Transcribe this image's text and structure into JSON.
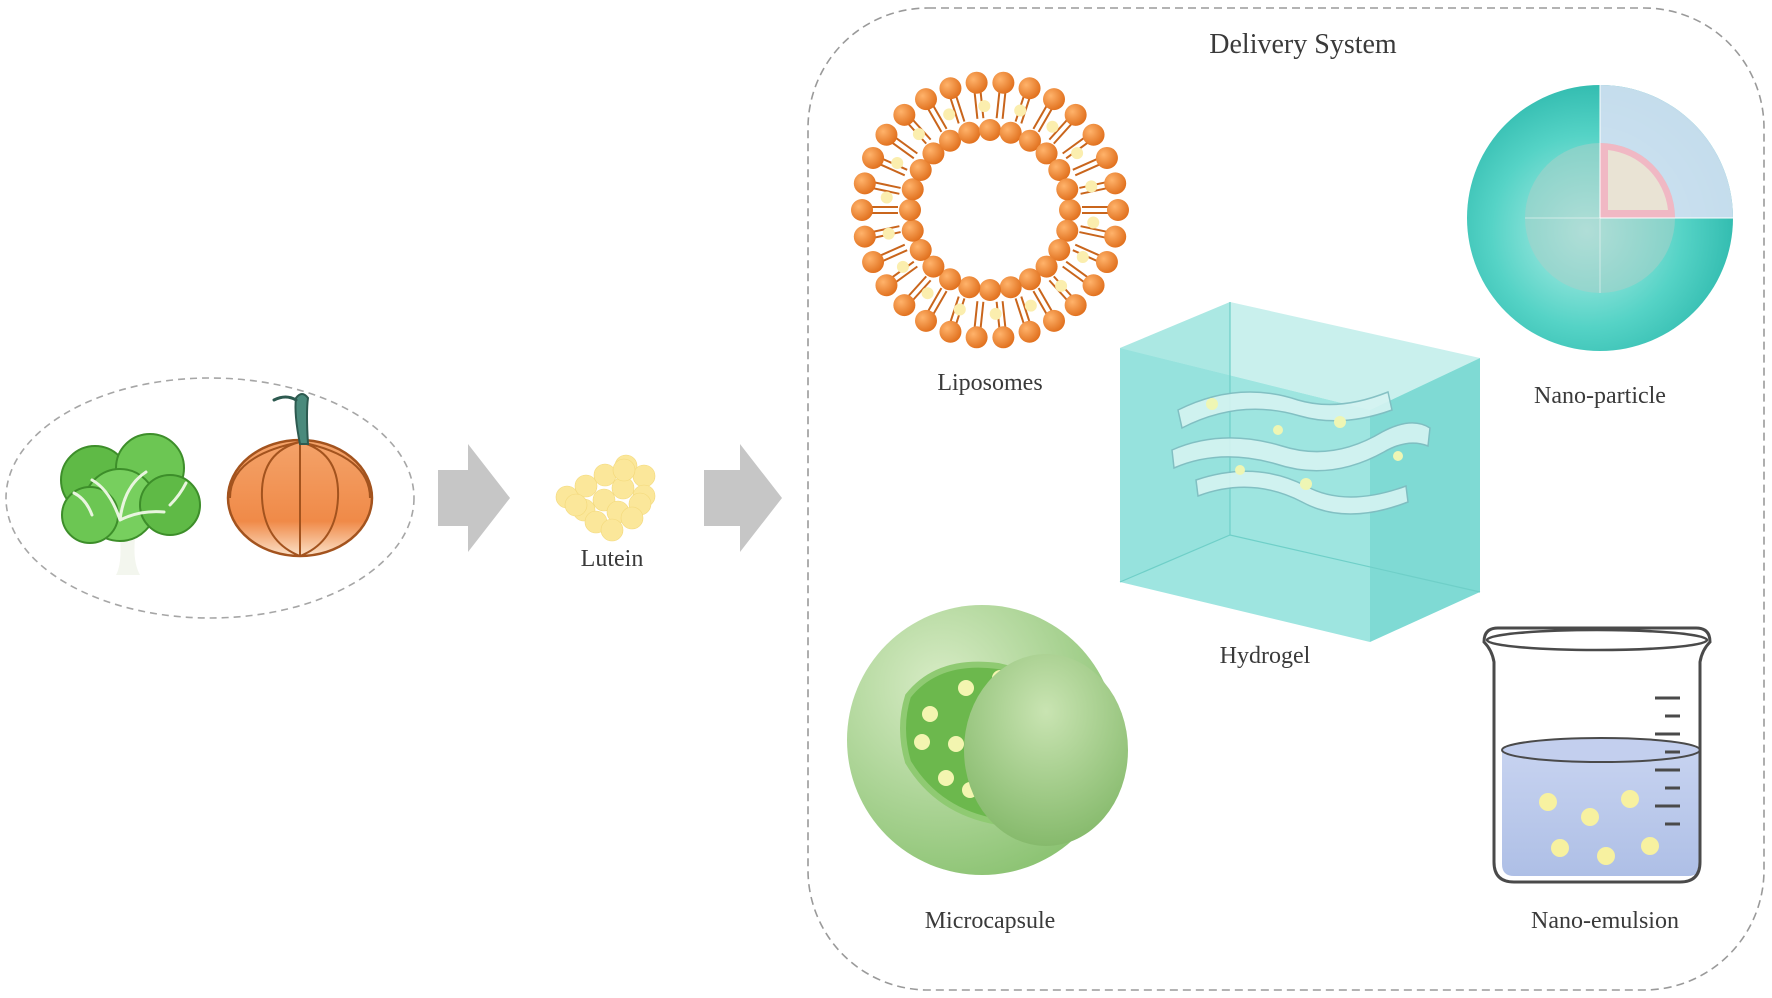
{
  "title": "Delivery System",
  "source_label": "Lutein",
  "systems": [
    {
      "id": "liposomes",
      "label": "Liposomes"
    },
    {
      "id": "nano-particle",
      "label": "Nano-particle"
    },
    {
      "id": "hydrogel",
      "label": "Hydrogel"
    },
    {
      "id": "microcapsule",
      "label": "Microcapsule"
    },
    {
      "id": "nano-emulsion",
      "label": "Nano-emulsion"
    }
  ],
  "sources": [
    {
      "icon": "lettuce-icon"
    },
    {
      "icon": "pumpkin-icon"
    }
  ],
  "colors": {
    "arrow": "#c4c4c4",
    "lutein": "#fbe79a",
    "liposome": "#ef8a3a",
    "nanoparticle": "#4fd1c5",
    "hydrogel": "#8fe0dc",
    "microcapsule": "#9fce85",
    "emulsion": "#b9c8ea",
    "border": "#9a9a9a"
  }
}
